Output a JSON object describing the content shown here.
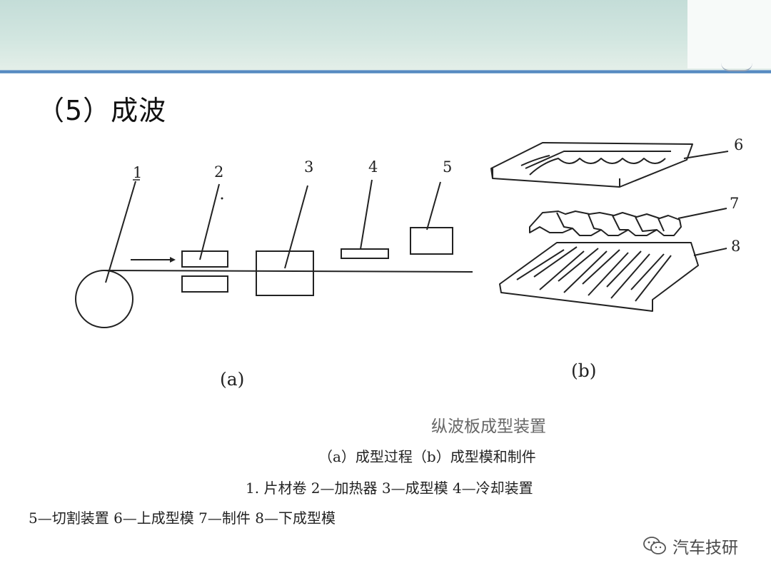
{
  "slide": {
    "title": "（5）成波"
  },
  "diagram": {
    "label_a": "(a)",
    "label_b": "(b)",
    "numbers": [
      "1",
      "2",
      "3",
      "4",
      "5",
      "6",
      "7",
      "8"
    ]
  },
  "caption": {
    "title": "纵波板成型装置",
    "line1": "（a）成型过程（b）成型模和制件",
    "line2": "1.   片材卷 2—加热器 3—成型模 4—冷却装置",
    "line3": "5—切割装置 6—上成型模 7—制件 8—下成型模"
  },
  "watermark": {
    "text": "汽车技研",
    "icon": "wechat-icon"
  },
  "colors": {
    "banner_line": "#3f78b8",
    "banner_fill": "#d2e6e0"
  }
}
